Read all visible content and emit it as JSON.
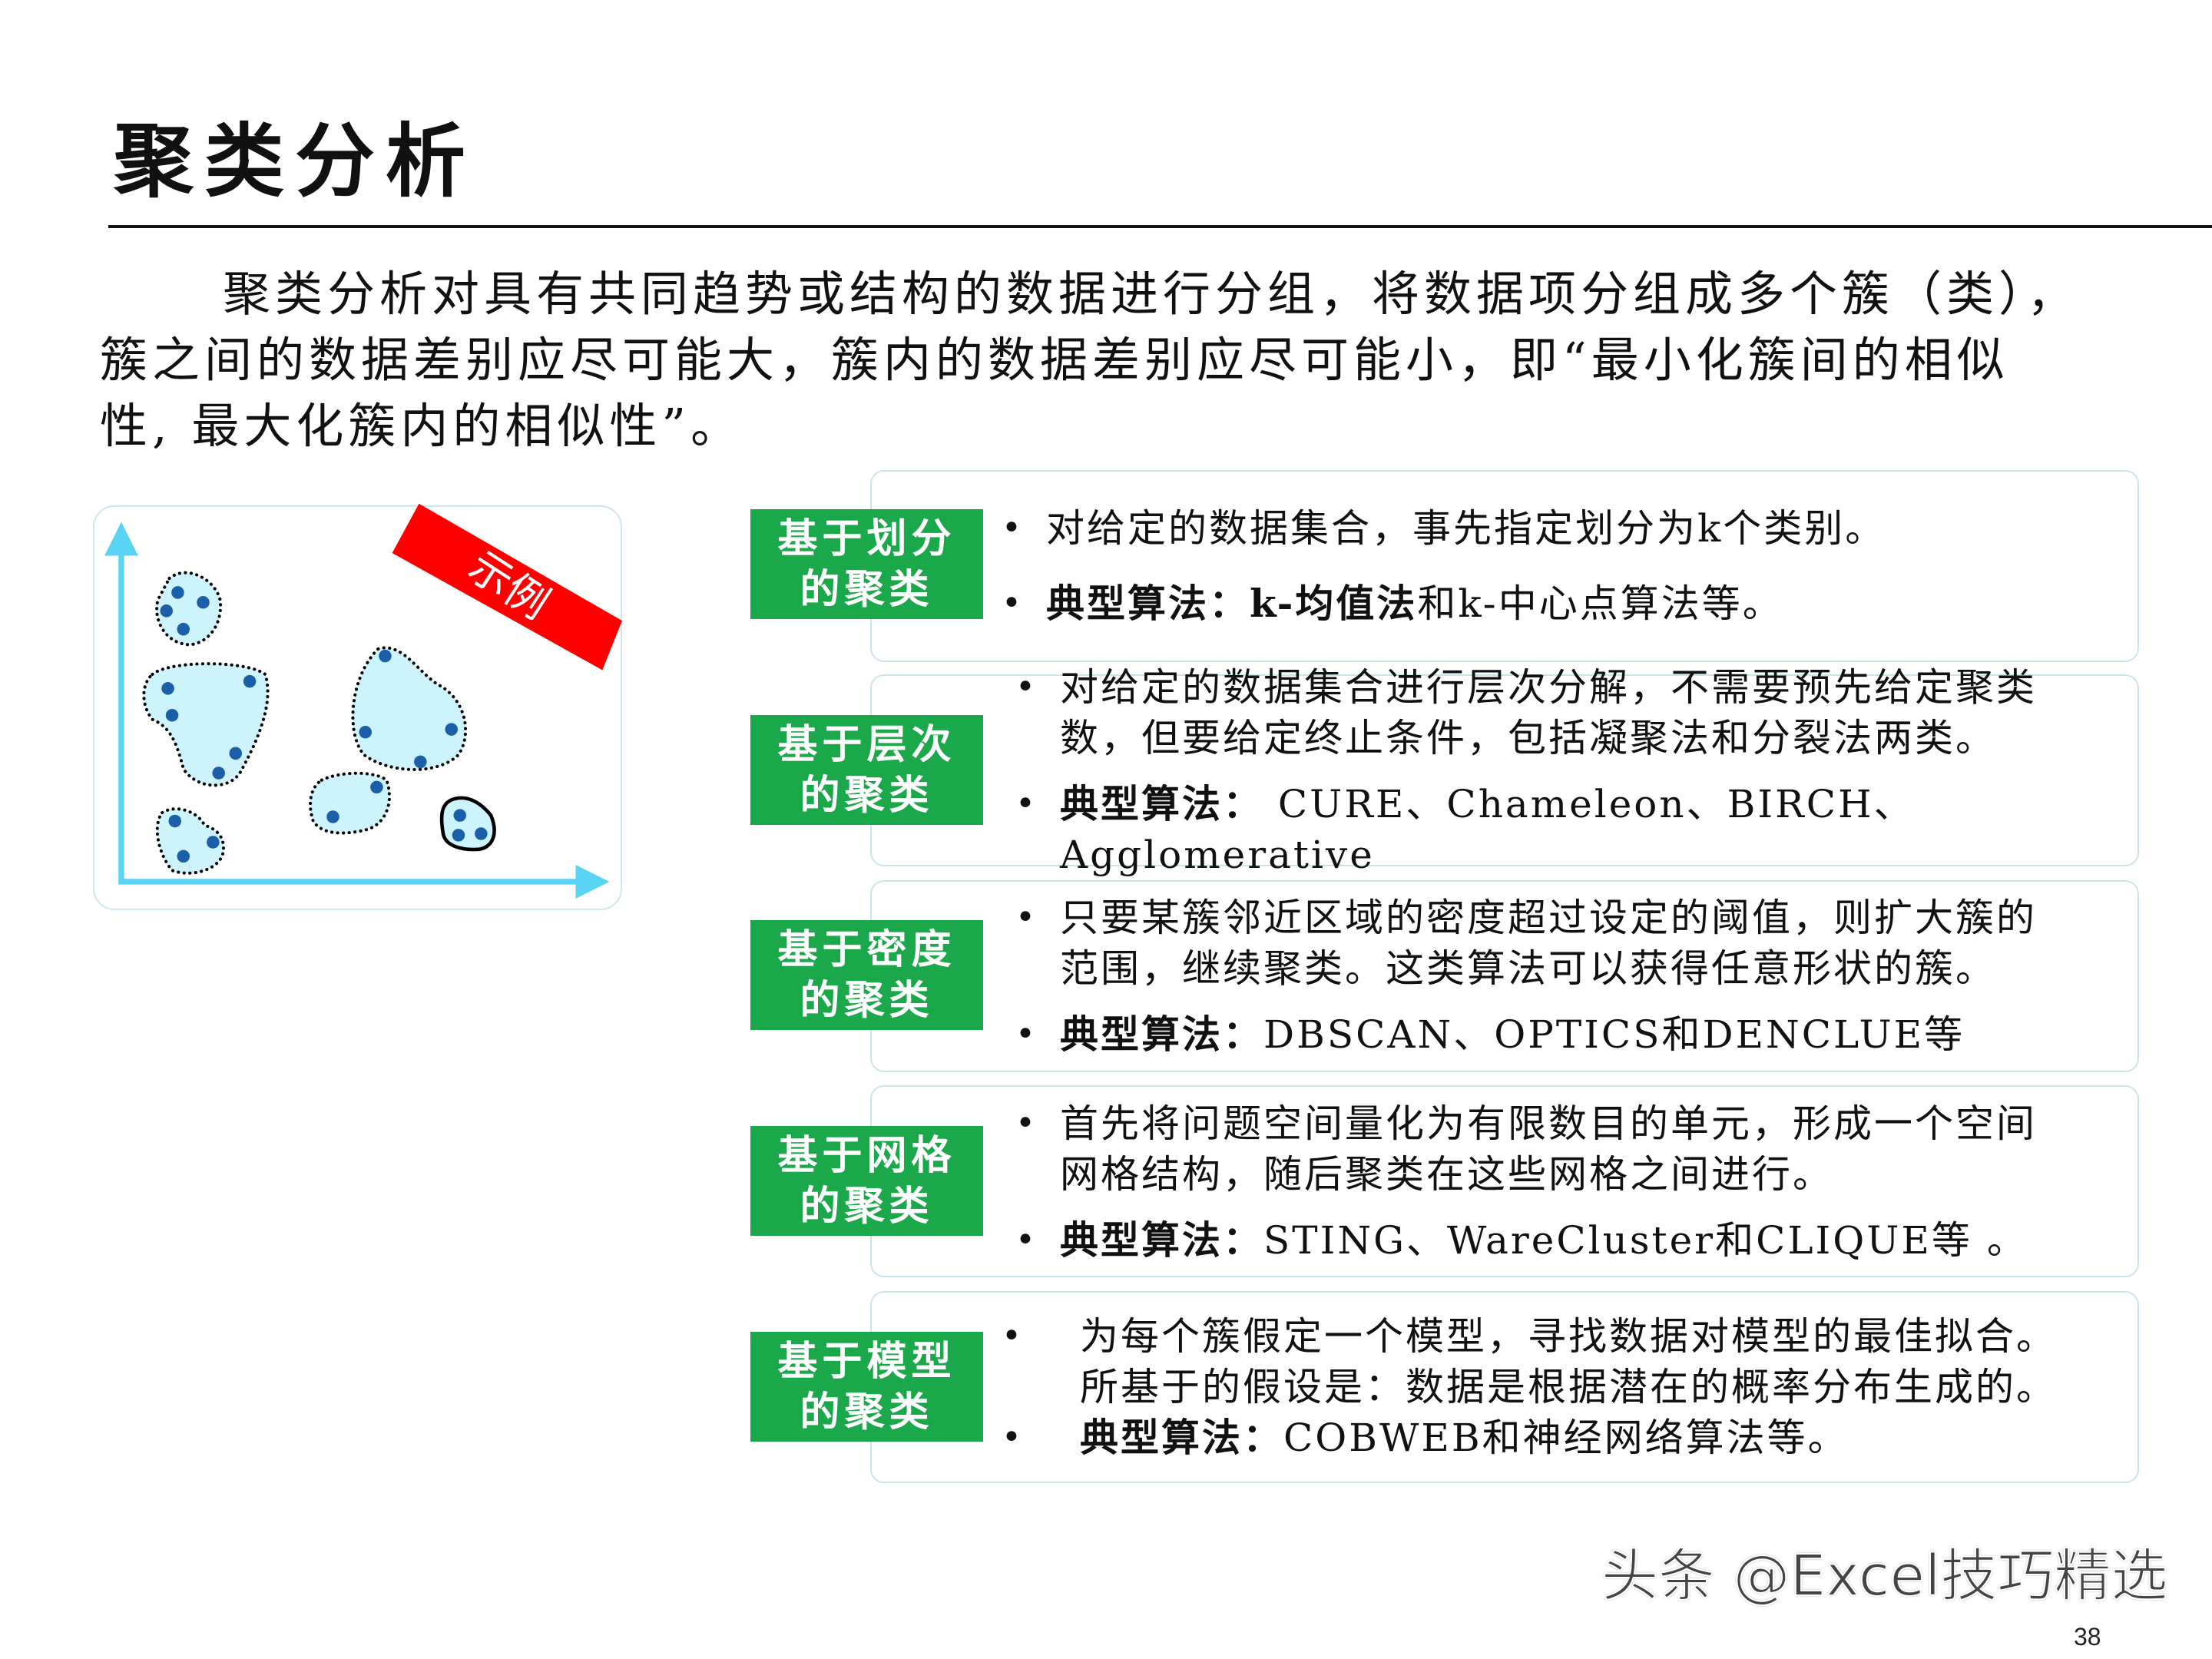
{
  "title": "聚类分析",
  "intro": {
    "lines": [
      "聚类分析对具有共同趋势或结构的数据进行分组，将数据项分组成多个簇（类），",
      "簇之间的数据差别应尽可能大，簇内的数据差别应尽可能小，即“最小化簇间的相似",
      "性, 最大化簇内的相似性”。"
    ]
  },
  "illustration": {
    "banner_label": "示例",
    "banner_color": "#ff0000",
    "axis_color": "#5bd3f5",
    "cluster_fill": "#cdf3fd",
    "point_color": "#1a5fa8"
  },
  "rows": [
    {
      "label": [
        "基于划分",
        "的聚类"
      ],
      "bullets": [
        {
          "lines": [
            "对给定的数据集合，事先指定划分为k个类别。"
          ]
        },
        {
          "bold": "典型算法：k-均值法",
          "text": "和k-中心点算法等。"
        }
      ]
    },
    {
      "label": [
        "基于层次",
        "的聚类"
      ],
      "bullets": [
        {
          "lines": [
            "对给定的数据集合进行层次分解，不需要预先给定聚类",
            "数，但要给定终止条件，包括凝聚法和分裂法两类。"
          ]
        },
        {
          "bold": "典型算法：",
          "text": " CURE、Chameleon、BIRCH、Agglomerative"
        }
      ]
    },
    {
      "label": [
        "基于密度",
        "的聚类"
      ],
      "bullets": [
        {
          "lines": [
            "只要某簇邻近区域的密度超过设定的阈值，则扩大簇的",
            "范围，继续聚类。这类算法可以获得任意形状的簇。"
          ]
        },
        {
          "bold": "典型算法：",
          "text": "DBSCAN、OPTICS和DENCLUE等"
        }
      ]
    },
    {
      "label": [
        "基于网格",
        "的聚类"
      ],
      "bullets": [
        {
          "lines": [
            "首先将问题空间量化为有限数目的单元，形成一个空间",
            "网格结构，随后聚类在这些网格之间进行。"
          ]
        },
        {
          "bold": "典型算法：",
          "text": "STING、WareCluster和CLIQUE等 。"
        }
      ]
    },
    {
      "label": [
        "基于模型",
        "的聚类"
      ],
      "bullets": [
        {
          "lines": [
            "为每个簇假定一个模型，寻找数据对模型的最佳拟合。",
            "所基于的假设是：数据是根据潜在的概率分布生成的。"
          ]
        },
        {
          "bold": "典型算法：",
          "text": "COBWEB和神经网络算法等。"
        }
      ]
    }
  ],
  "label_color": "#1aa84a",
  "watermark": "头条 @Excel技巧精选",
  "page_number": "38"
}
